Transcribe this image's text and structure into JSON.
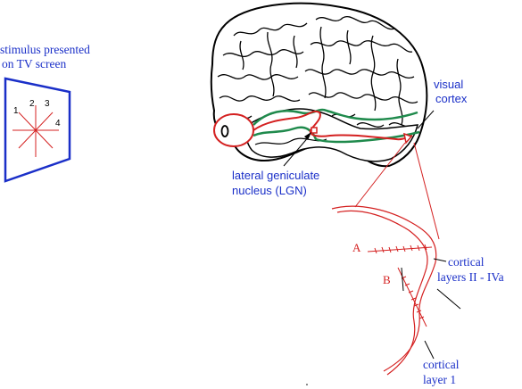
{
  "stimulus": {
    "caption_line1": "stimulus presented",
    "caption_line2": "on TV screen",
    "numbers": [
      "1",
      "2",
      "3",
      "4"
    ]
  },
  "labels": {
    "visual_cortex_line1": "visual",
    "visual_cortex_line2": "cortex",
    "lgn_line1": "lateral geniculate",
    "lgn_line2": "nucleus (LGN)",
    "cortical_layers_line1": "cortical",
    "cortical_layers_line2": "layers II - IVa",
    "cortical_layer1_line1": "cortical",
    "cortical_layer1_line2": "layer 1",
    "electrode_a": "A",
    "electrode_b": "B"
  },
  "colors": {
    "screen": "#1a2fc8",
    "label_blue": "#1a2fc8",
    "red": "#d42020",
    "green": "#1f8a4c",
    "outline": "#000000"
  }
}
